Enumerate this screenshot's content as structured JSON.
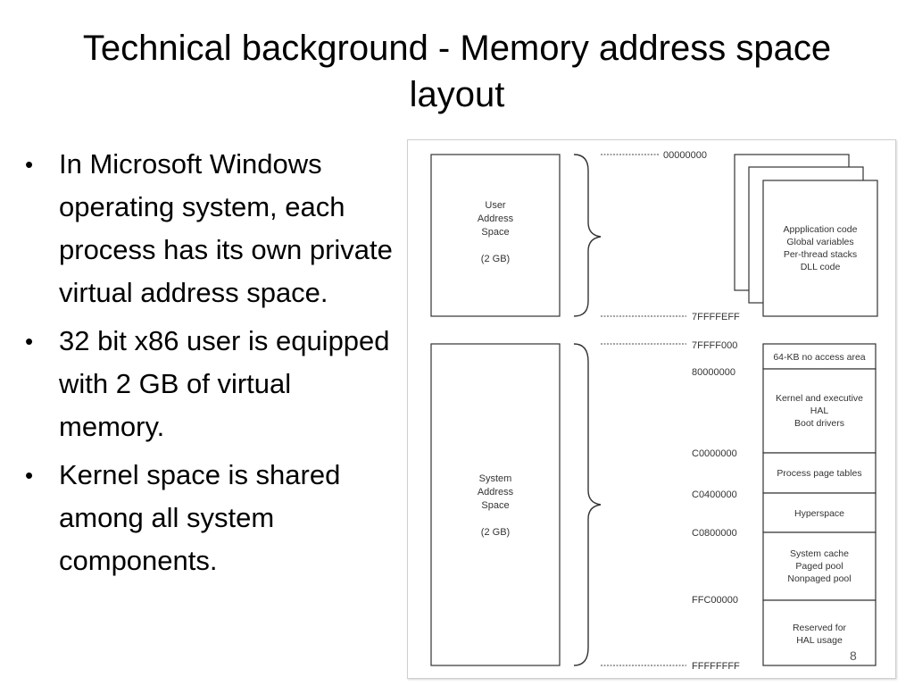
{
  "slide": {
    "title": "Technical background - Memory address space layout",
    "page_number": "8"
  },
  "bullets": [
    "In Microsoft Windows operating system, each process has its own private virtual address space.",
    "32 bit x86 user is equipped with 2 GB of virtual memory.",
    "Kernel space is shared among all system components."
  ],
  "diagram": {
    "user_space": [
      "User",
      "Address",
      "Space",
      "(2 GB)"
    ],
    "system_space": [
      "System",
      "Address",
      "Space",
      "(2 GB)"
    ],
    "addresses": {
      "a0": "00000000",
      "a1": "7FFFFEFF",
      "a2": "7FFFF000",
      "a3": "80000000",
      "a4": "C0000000",
      "a5": "C0400000",
      "a6": "C0800000",
      "a7": "FFC00000",
      "a8": "FFFFFFFF"
    },
    "process_pages": [
      "Appplication code",
      "Global variables",
      "Per-thread stacks",
      "DLL code"
    ],
    "regions": {
      "no_access": [
        "64-KB no access area"
      ],
      "kernel": [
        "Kernel and executive",
        "HAL",
        "Boot drivers"
      ],
      "page_tables": [
        "Process page tables"
      ],
      "hyperspace": [
        "Hyperspace"
      ],
      "cache": [
        "System cache",
        "Paged pool",
        "Nonpaged pool"
      ],
      "hal": [
        "Reserved for",
        "HAL usage"
      ]
    }
  }
}
